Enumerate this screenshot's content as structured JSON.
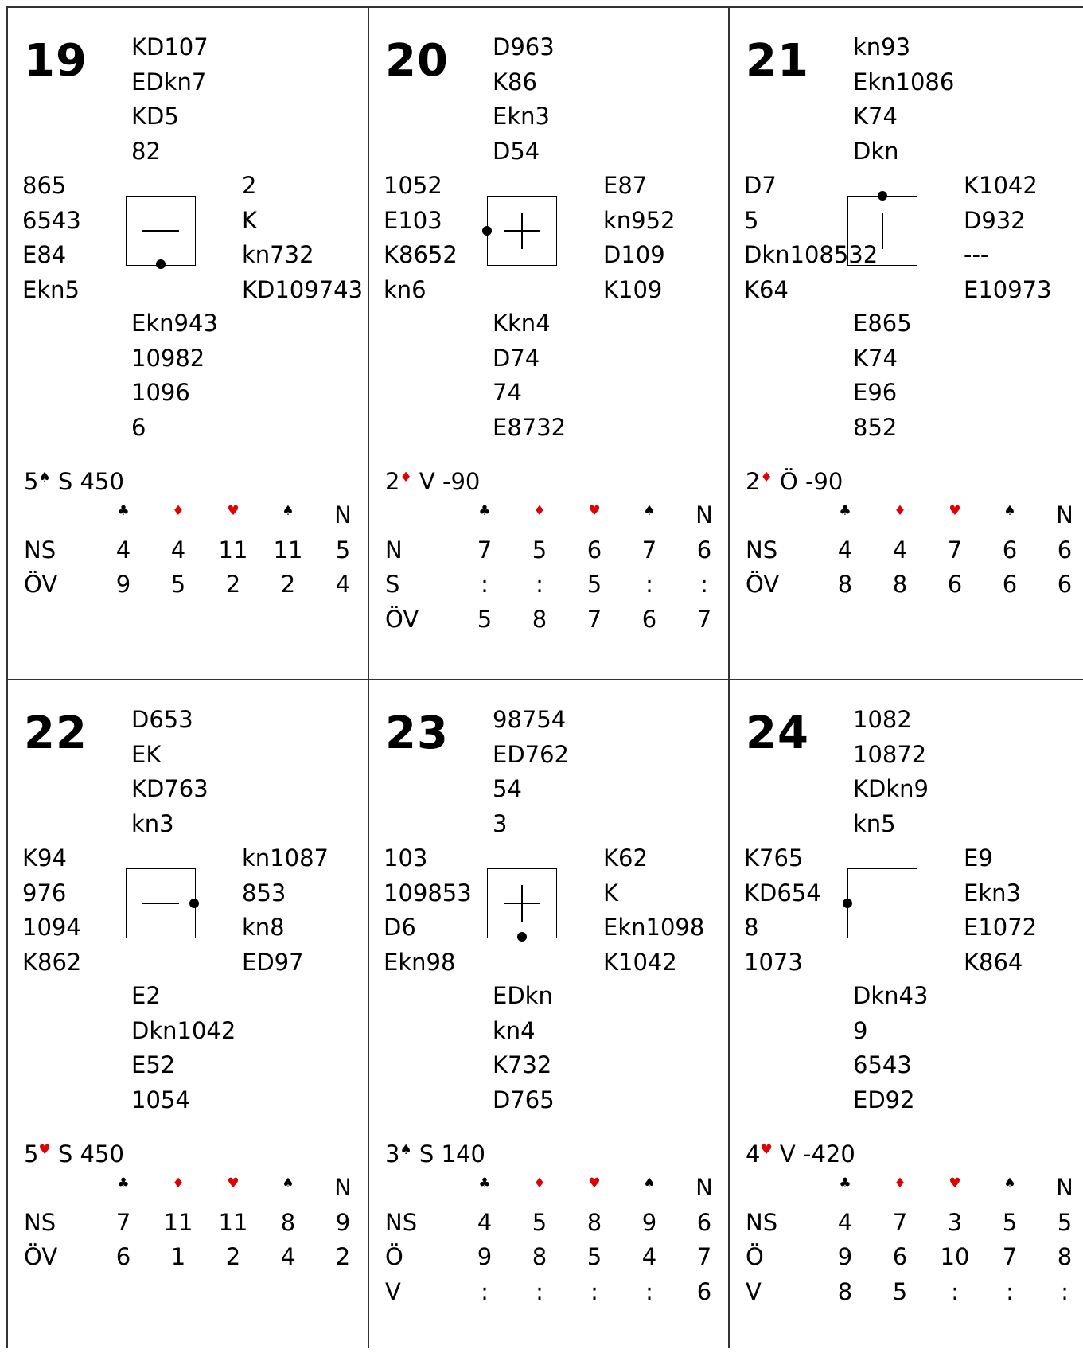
{
  "suit_headers": [
    "♣",
    "♦",
    "♥",
    "♠",
    "N"
  ],
  "boards": [
    {
      "number": "19",
      "north": [
        "KD107",
        "EDkn7",
        "KD5",
        "82"
      ],
      "west": [
        "865",
        "6543",
        "E84",
        "Ekn5"
      ],
      "east": [
        "2",
        "K",
        "kn732",
        "KD109743"
      ],
      "south": [
        "Ekn943",
        "10982",
        "1096",
        "6"
      ],
      "indicator": "minus-bottom",
      "contract": {
        "level": "5",
        "suit": "♠",
        "suit_color": "#000000",
        "text": "S 450"
      },
      "rows": [
        {
          "label": "NS",
          "values": [
            "4",
            "4",
            "11",
            "11",
            "5"
          ]
        },
        {
          "label": "ÖV",
          "values": [
            "9",
            "5",
            "2",
            "2",
            "4"
          ]
        }
      ]
    },
    {
      "number": "20",
      "north": [
        "D963",
        "K86",
        "Ekn3",
        "D54"
      ],
      "west": [
        "1052",
        "E103",
        "K8652",
        "kn6"
      ],
      "east": [
        "E87",
        "kn952",
        "D109",
        "K109"
      ],
      "south": [
        "Kkn4",
        "D74",
        "74",
        "E8732"
      ],
      "indicator": "plus-left",
      "contract": {
        "level": "2",
        "suit": "♦",
        "suit_color": "#e00000",
        "text": "V -90"
      },
      "rows": [
        {
          "label": "N",
          "values": [
            "7",
            "5",
            "6",
            "7",
            "6"
          ]
        },
        {
          "label": "S",
          "values": [
            ":",
            ":",
            "5",
            ":",
            ":"
          ]
        },
        {
          "label": "ÖV",
          "values": [
            "5",
            "8",
            "7",
            "6",
            "7"
          ]
        }
      ]
    },
    {
      "number": "21",
      "north": [
        "kn93",
        "Ekn1086",
        "K74",
        "Dkn"
      ],
      "west": [
        "D7",
        "5",
        "Dkn108532",
        "K64"
      ],
      "east": [
        "K1042",
        "D932",
        "---",
        "E10973"
      ],
      "south": [
        "E865",
        "K74",
        "E96",
        "852"
      ],
      "indicator": "vertical-top",
      "contract": {
        "level": "2",
        "suit": "♦",
        "suit_color": "#e00000",
        "text": "Ö -90"
      },
      "rows": [
        {
          "label": "NS",
          "values": [
            "4",
            "4",
            "7",
            "6",
            "6"
          ]
        },
        {
          "label": "ÖV",
          "values": [
            "8",
            "8",
            "6",
            "6",
            "6"
          ]
        }
      ]
    },
    {
      "number": "22",
      "north": [
        "D653",
        "EK",
        "KD763",
        "kn3"
      ],
      "west": [
        "K94",
        "976",
        "1094",
        "K862"
      ],
      "east": [
        "kn1087",
        "853",
        "kn8",
        "ED97"
      ],
      "south": [
        "E2",
        "Dkn1042",
        "E52",
        "1054"
      ],
      "indicator": "minus-right",
      "contract": {
        "level": "5",
        "suit": "♥",
        "suit_color": "#e00000",
        "text": "S 450"
      },
      "rows": [
        {
          "label": "NS",
          "values": [
            "7",
            "11",
            "11",
            "8",
            "9"
          ]
        },
        {
          "label": "ÖV",
          "values": [
            "6",
            "1",
            "2",
            "4",
            "2"
          ]
        }
      ]
    },
    {
      "number": "23",
      "north": [
        "98754",
        "ED762",
        "54",
        "3"
      ],
      "west": [
        "103",
        "109853",
        "D6",
        "Ekn98"
      ],
      "east": [
        "K62",
        "K",
        "Ekn1098",
        "K1042"
      ],
      "south": [
        "EDkn",
        "kn4",
        "K732",
        "D765"
      ],
      "indicator": "plus-bottom",
      "contract": {
        "level": "3",
        "suit": "♠",
        "suit_color": "#000000",
        "text": "S 140"
      },
      "rows": [
        {
          "label": "NS",
          "values": [
            "4",
            "5",
            "8",
            "9",
            "6"
          ]
        },
        {
          "label": "Ö",
          "values": [
            "9",
            "8",
            "5",
            "4",
            "7"
          ]
        },
        {
          "label": "V",
          "values": [
            ":",
            ":",
            ":",
            ":",
            "6"
          ]
        }
      ]
    },
    {
      "number": "24",
      "north": [
        "1082",
        "10872",
        "KDkn9",
        "kn5"
      ],
      "west": [
        "K765",
        "KD654",
        "8",
        "1073"
      ],
      "east": [
        "E9",
        "Ekn3",
        "E1072",
        "K864"
      ],
      "south": [
        "Dkn43",
        "9",
        "6543",
        "ED92"
      ],
      "indicator": "empty-left",
      "contract": {
        "level": "4",
        "suit": "♥",
        "suit_color": "#e00000",
        "text": "V -420"
      },
      "rows": [
        {
          "label": "NS",
          "values": [
            "4",
            "7",
            "3",
            "5",
            "5"
          ]
        },
        {
          "label": "Ö",
          "values": [
            "9",
            "6",
            "10",
            "7",
            "8"
          ]
        },
        {
          "label": "V",
          "values": [
            "8",
            "5",
            ":",
            ":",
            ":"
          ]
        }
      ]
    }
  ],
  "header_colors": [
    "#000000",
    "#e00000",
    "#e00000",
    "#000000",
    "#000000"
  ]
}
